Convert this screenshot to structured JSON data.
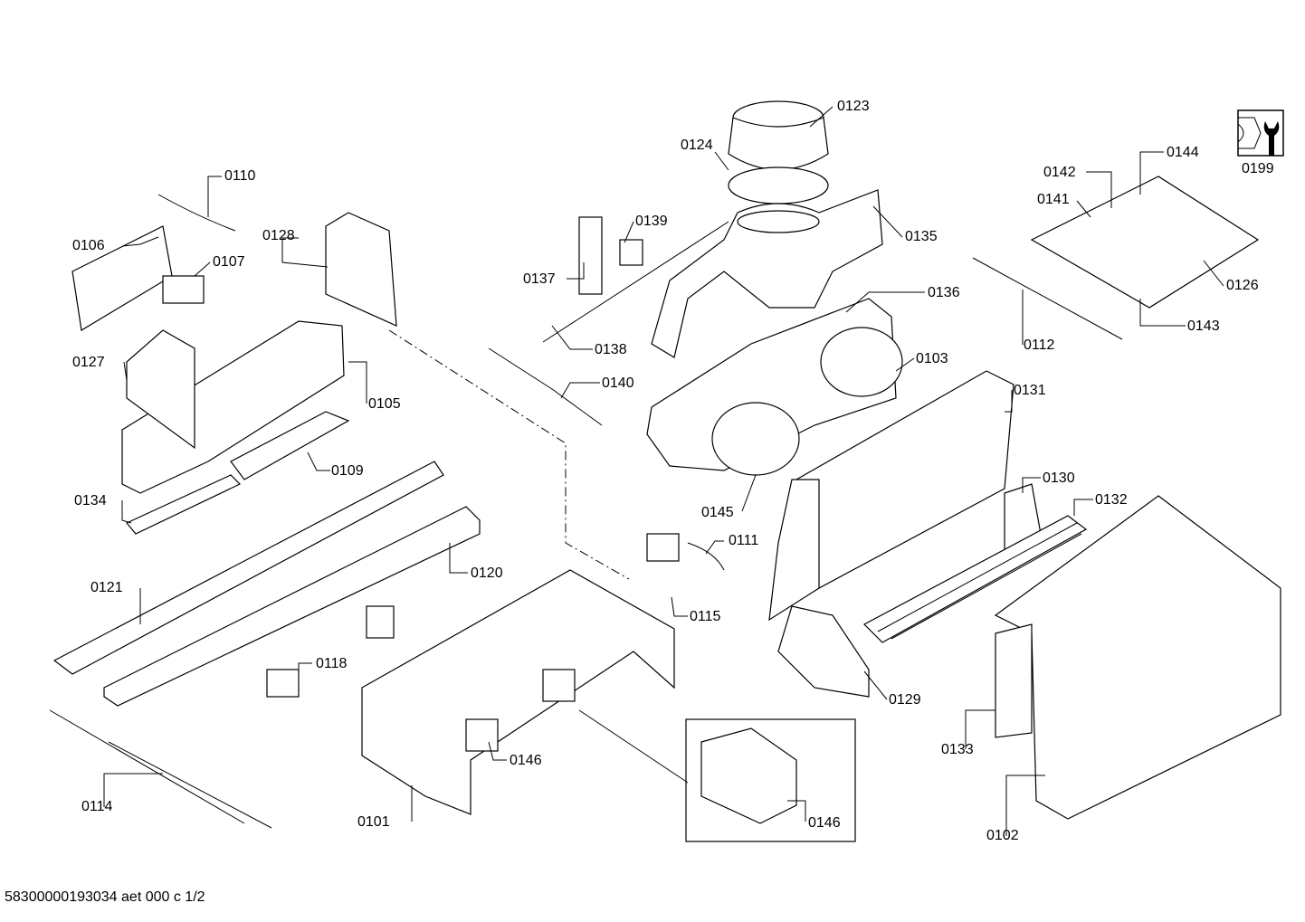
{
  "labels": [
    "0123",
    "0124",
    "0110",
    "0142",
    "0144",
    "0199",
    "0141",
    "0106",
    "0128",
    "0107",
    "0139",
    "0135",
    "0137",
    "0126",
    "0136",
    "0143",
    "0138",
    "0112",
    "0127",
    "0103",
    "0140",
    "0105",
    "0131",
    "0109",
    "0130",
    "0132",
    "0134",
    "0145",
    "0111",
    "0120",
    "0121",
    "0115",
    "0118",
    "0129",
    "0133",
    "0146",
    "0114",
    "0101",
    "0146",
    "0102"
  ],
  "footer": "58300000193034 aet 000 c 1/2",
  "icons": {
    "service": "wrench-bolt-icon"
  }
}
